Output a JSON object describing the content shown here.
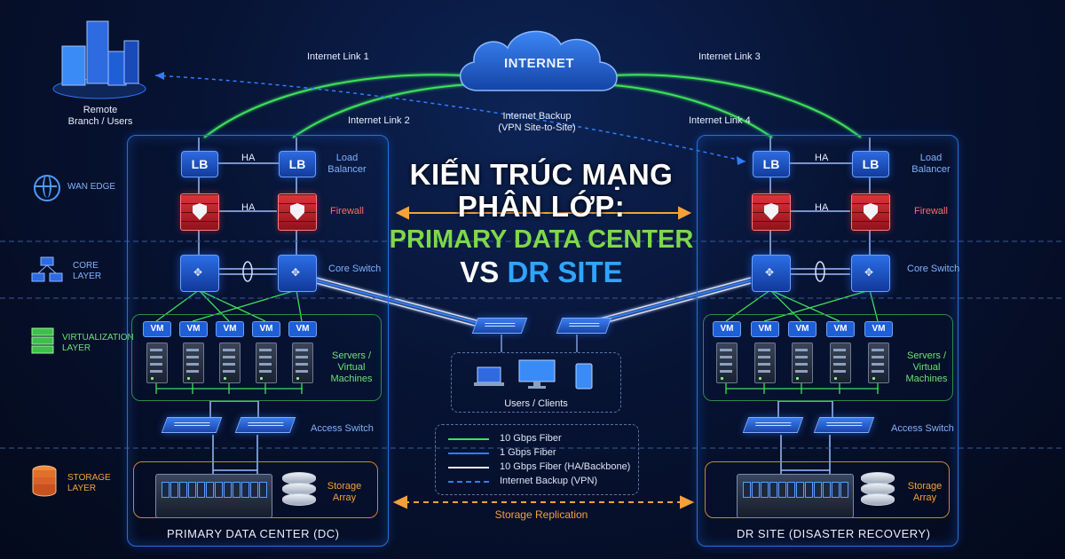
{
  "title": {
    "line1": "KIẾN TRÚC MẠNG",
    "line2": "PHÂN LỚP:",
    "line3": "PRIMARY DATA CENTER",
    "line4_vs": "VS",
    "line4_dr": "DR SITE"
  },
  "internet": {
    "label": "INTERNET",
    "links": [
      "Internet Link 1",
      "Internet Link 2",
      "Internet Link 3",
      "Internet Link 4"
    ],
    "backup": "Internet Backup\n(VPN Site-to-Site)"
  },
  "remote": {
    "label": "Remote\nBranch / Users"
  },
  "layers": {
    "wan": "WAN EDGE",
    "core": "CORE\nLAYER",
    "virt": "VIRTUALIZATION\nLAYER",
    "storage": "STORAGE\nLAYER"
  },
  "devices": {
    "lb": "LB",
    "ha": "HA",
    "vm": "VM",
    "load_balancer": "Load\nBalancer",
    "firewall": "Firewall",
    "core_switch": "Core Switch",
    "servers": "Servers /\nVirtual\nMachines",
    "access_switch": "Access Switch",
    "storage_array": "Storage\nArray"
  },
  "clients": {
    "label": "Users / Clients"
  },
  "legend": [
    {
      "label": "10 Gbps Fiber",
      "color": "#3ee05a",
      "style": "solid"
    },
    {
      "label": "1 Gbps Fiber",
      "color": "#2f7dff",
      "style": "solid"
    },
    {
      "label": "10 Gbps Fiber (HA/Backbone)",
      "color": "#e8eefc",
      "style": "solid"
    },
    {
      "label": "Internet Backup (VPN)",
      "color": "#2f7dff",
      "style": "dashed"
    }
  ],
  "replication": "Storage Replication",
  "panels": {
    "primary": "PRIMARY DATA CENTER (DC)",
    "dr": "DR SITE (DISASTER RECOVERY)"
  },
  "colors": {
    "accent_blue": "#2f7dff",
    "green": "#3ee05a",
    "firewall_red": "#e0333b",
    "orange": "#f6a03a",
    "dr_title": "#2fa4ff",
    "primary_title": "#7ed84a"
  },
  "icons": [
    "wan-globe-icon",
    "core-layer-icon",
    "virtualization-icon",
    "storage-database-icon",
    "cloud-icon",
    "building-icon",
    "laptop-icon",
    "monitor-icon",
    "tablet-icon"
  ]
}
